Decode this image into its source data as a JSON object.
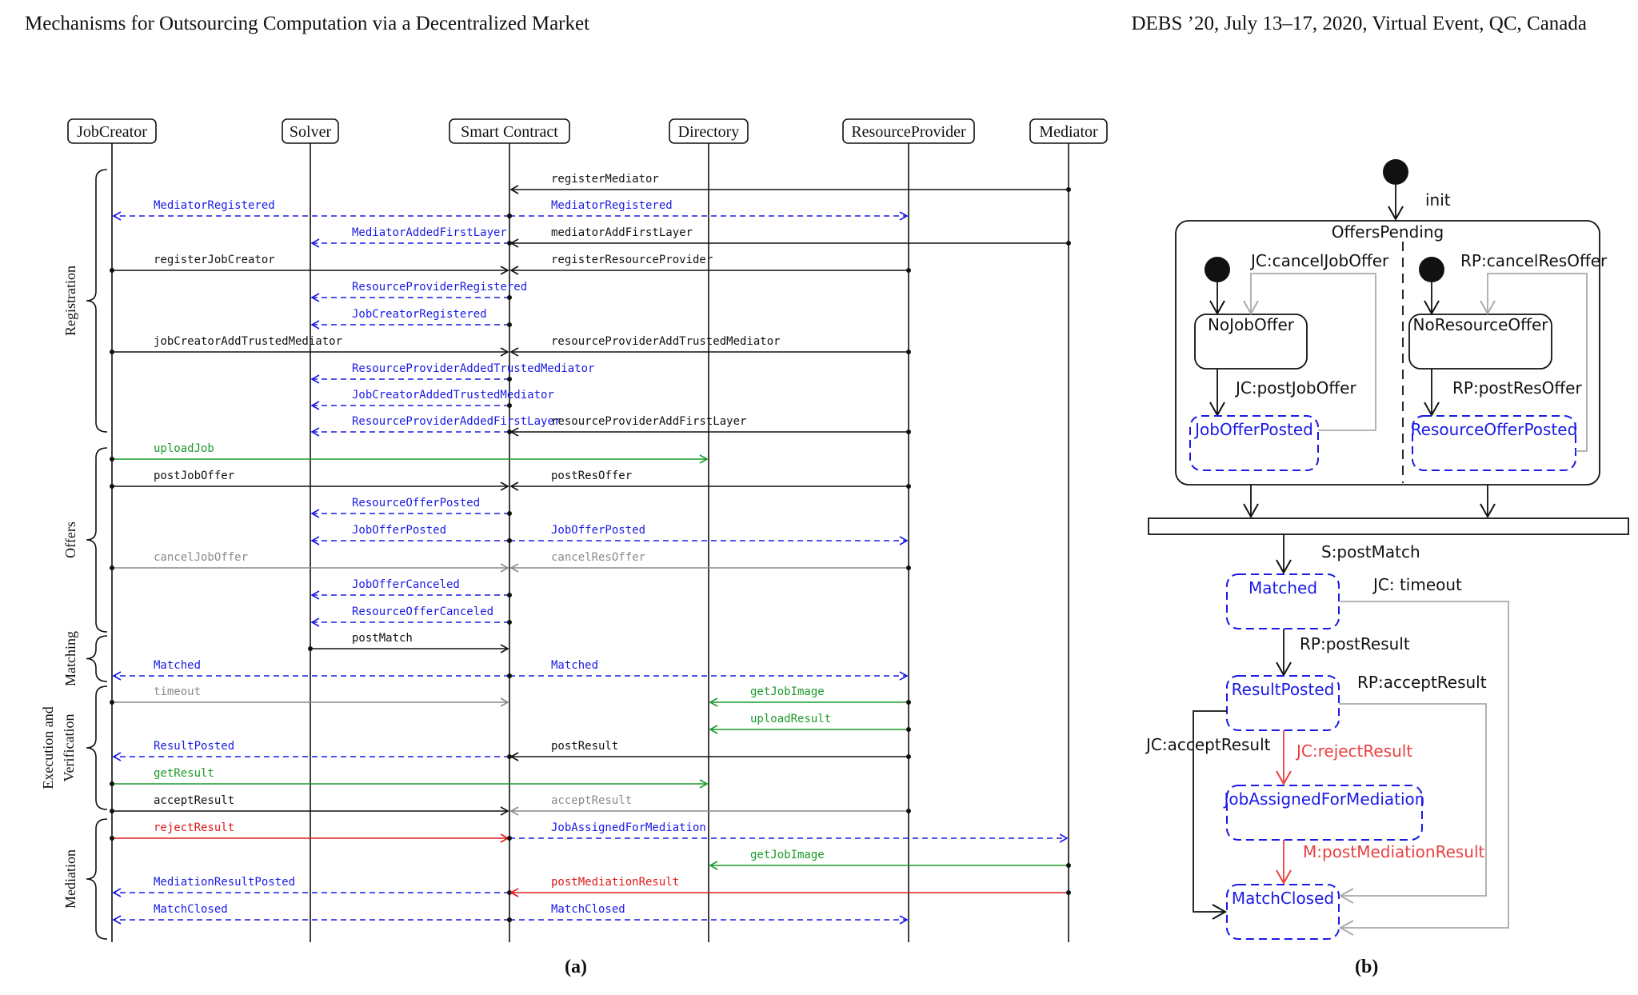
{
  "header": {
    "left": "Mechanisms for Outsourcing Computation via a Decentralized Market",
    "right": "DEBS ’20, July 13–17, 2020, Virtual Event, QC, Canada"
  },
  "colors": {
    "black": "#111111",
    "blue": "#1a1ae6",
    "green": "#1a9a2a",
    "gray": "#8a8a8a",
    "red": "#e01818"
  },
  "seq": {
    "caption": "(a)",
    "actors": [
      "JobCreator",
      "Solver",
      "Smart Contract",
      "Directory",
      "ResourceProvider",
      "Mediator"
    ],
    "phases": [
      {
        "label": "Registration"
      },
      {
        "label": "Offers"
      },
      {
        "label": "Matching"
      },
      {
        "label": "Execution and",
        "label2": "Verification"
      },
      {
        "label": "Mediation"
      }
    ],
    "messages": [
      {
        "from": 5,
        "to": 2,
        "label": "registerMediator",
        "style": "black"
      },
      {
        "from": 2,
        "to": 0,
        "label": "MediatorRegistered",
        "style": "blue"
      },
      {
        "from": 2,
        "to": 4,
        "label": "MediatorRegistered",
        "style": "blue"
      },
      {
        "from": 2,
        "to": 1,
        "label": "MediatorAddedFirstLayer",
        "style": "blue"
      },
      {
        "from": 5,
        "to": 2,
        "label": "mediatorAddFirstLayer",
        "style": "black"
      },
      {
        "from": 0,
        "to": 2,
        "label": "registerJobCreator",
        "style": "black"
      },
      {
        "from": 4,
        "to": 2,
        "label": "registerResourceProvider",
        "style": "black"
      },
      {
        "from": 2,
        "to": 1,
        "label": "ResourceProviderRegistered",
        "style": "blue"
      },
      {
        "from": 2,
        "to": 1,
        "label": "JobCreatorRegistered",
        "style": "blue"
      },
      {
        "from": 0,
        "to": 2,
        "label": "jobCreatorAddTrustedMediator",
        "style": "black"
      },
      {
        "from": 4,
        "to": 2,
        "label": "resourceProviderAddTrustedMediator",
        "style": "black"
      },
      {
        "from": 2,
        "to": 1,
        "label": "ResourceProviderAddedTrustedMediator",
        "style": "blue"
      },
      {
        "from": 2,
        "to": 1,
        "label": "JobCreatorAddedTrustedMediator",
        "style": "blue"
      },
      {
        "from": 2,
        "to": 1,
        "label": "ResourceProviderAddedFirstLayer",
        "style": "blue"
      },
      {
        "from": 4,
        "to": 2,
        "label": "resourceProviderAddFirstLayer",
        "style": "black"
      },
      {
        "from": 0,
        "to": 3,
        "label": "uploadJob",
        "style": "green"
      },
      {
        "from": 0,
        "to": 2,
        "label": "postJobOffer",
        "style": "black"
      },
      {
        "from": 4,
        "to": 2,
        "label": "postResOffer",
        "style": "black"
      },
      {
        "from": 2,
        "to": 1,
        "label": "ResourceOfferPosted",
        "style": "blue"
      },
      {
        "from": 2,
        "to": 1,
        "label": "JobOfferPosted",
        "style": "blue"
      },
      {
        "from": 2,
        "to": 4,
        "label": "JobOfferPosted",
        "style": "blue"
      },
      {
        "from": 0,
        "to": 2,
        "label": "cancelJobOffer",
        "style": "gray"
      },
      {
        "from": 4,
        "to": 2,
        "label": "cancelResOffer",
        "style": "gray"
      },
      {
        "from": 2,
        "to": 1,
        "label": "JobOfferCanceled",
        "style": "blue"
      },
      {
        "from": 2,
        "to": 1,
        "label": "ResourceOfferCanceled",
        "style": "blue"
      },
      {
        "from": 1,
        "to": 2,
        "label": "postMatch",
        "style": "black"
      },
      {
        "from": 2,
        "to": 0,
        "label": "Matched",
        "style": "blue"
      },
      {
        "from": 2,
        "to": 4,
        "label": "Matched",
        "style": "blue"
      },
      {
        "from": 0,
        "to": 2,
        "label": "timeout",
        "style": "gray"
      },
      {
        "from": 4,
        "to": 3,
        "label": "getJobImage",
        "style": "green"
      },
      {
        "from": 4,
        "to": 3,
        "label": "uploadResult",
        "style": "green"
      },
      {
        "from": 2,
        "to": 0,
        "label": "ResultPosted",
        "style": "blue"
      },
      {
        "from": 4,
        "to": 2,
        "label": "postResult",
        "style": "black"
      },
      {
        "from": 0,
        "to": 3,
        "label": "getResult",
        "style": "green"
      },
      {
        "from": 0,
        "to": 2,
        "label": "acceptResult",
        "style": "black"
      },
      {
        "from": 4,
        "to": 2,
        "label": "acceptResult",
        "style": "gray"
      },
      {
        "from": 0,
        "to": 2,
        "label": "rejectResult",
        "style": "red"
      },
      {
        "from": 2,
        "to": 5,
        "label": "JobAssignedForMediation",
        "style": "blue"
      },
      {
        "from": 5,
        "to": 3,
        "label": "getJobImage",
        "style": "green"
      },
      {
        "from": 2,
        "to": 0,
        "label": "MediationResultPosted",
        "style": "blue"
      },
      {
        "from": 5,
        "to": 2,
        "label": "postMediationResult",
        "style": "red"
      },
      {
        "from": 2,
        "to": 0,
        "label": "MatchClosed",
        "style": "blue"
      },
      {
        "from": 2,
        "to": 4,
        "label": "MatchClosed",
        "style": "blue"
      }
    ]
  },
  "state": {
    "caption": "(b)",
    "init_label": "init",
    "offers_pending": "OffersPending",
    "left": {
      "no_offer": "NoJobOffer",
      "posted": "JobOfferPosted",
      "post_label": "JC:postJobOffer",
      "cancel_label": "JC:cancelJobOffer"
    },
    "right": {
      "no_offer": "NoResourceOffer",
      "posted": "ResourceOfferPosted",
      "post_label": "RP:postResOffer",
      "cancel_label": "RP:cancelResOffer"
    },
    "post_match": "S:postMatch",
    "matched": "Matched",
    "timeout_label": "JC: timeout",
    "post_result": "RP:postResult",
    "result_posted": "ResultPosted",
    "rp_accept": "RP:acceptResult",
    "jc_accept": "JC:acceptResult",
    "jc_reject": "JC:rejectResult",
    "mediation": "JobAssignedForMediation",
    "m_post": "M:postMediationResult",
    "match_closed": "MatchClosed"
  }
}
